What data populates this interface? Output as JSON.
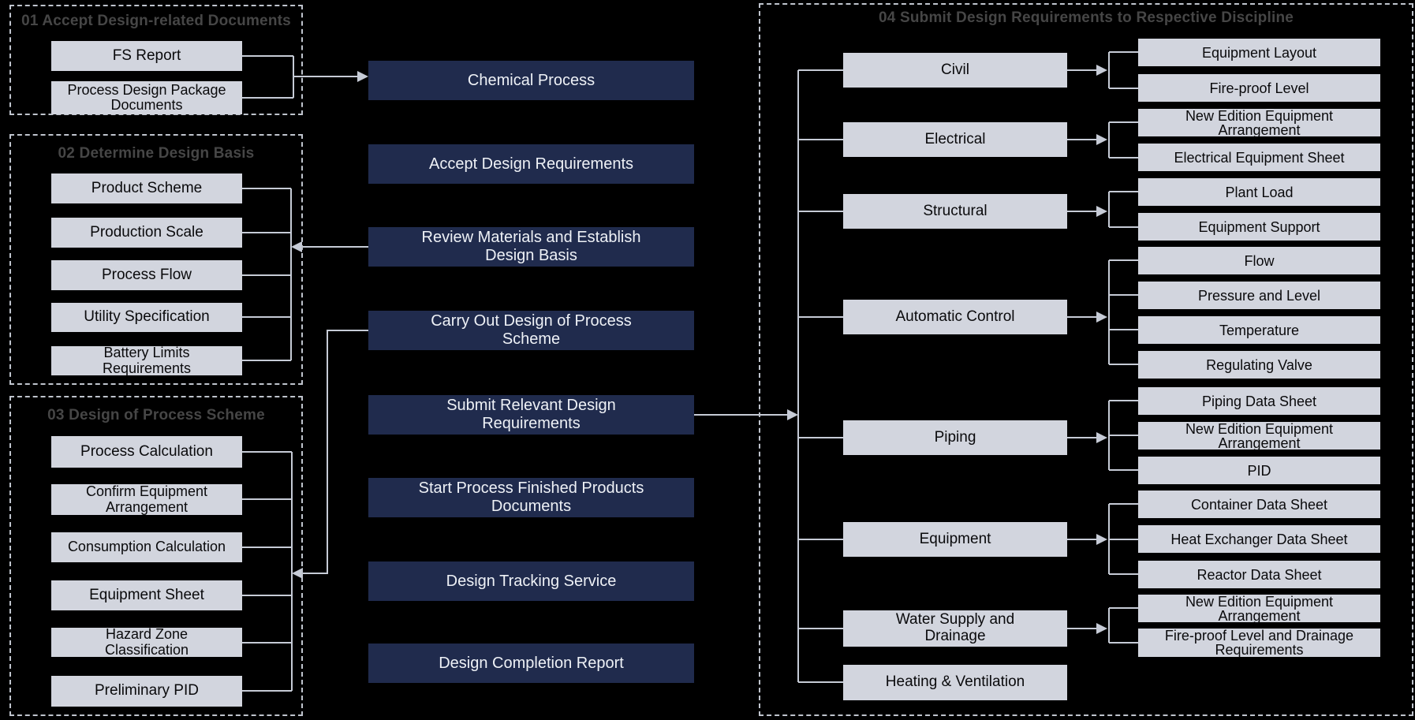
{
  "sections": {
    "s01": {
      "title": "01 Accept Design-related Documents",
      "items": [
        "FS Report",
        "Process Design Package Documents"
      ]
    },
    "s02": {
      "title": "02 Determine Design Basis",
      "items": [
        "Product Scheme",
        "Production Scale",
        "Process Flow",
        "Utility Specification",
        "Battery Limits Requirements"
      ]
    },
    "s03": {
      "title": "03 Design of Process Scheme",
      "items": [
        "Process Calculation",
        "Confirm Equipment Arrangement",
        "Consumption Calculation",
        "Equipment Sheet",
        "Hazard Zone Classification",
        "Preliminary PID"
      ]
    },
    "s04": {
      "title": "04 Submit Design Requirements to Respective Discipline"
    }
  },
  "process_steps": [
    "Chemical Process",
    "Accept Design Requirements",
    "Review Materials and Establish Design Basis",
    "Carry Out Design of Process Scheme",
    "Submit Relevant Design Requirements",
    "Start Process Finished Products Documents",
    "Design Tracking Service",
    "Design Completion Report"
  ],
  "disciplines": [
    {
      "name": "Civil",
      "outputs": [
        "Equipment Layout",
        "Fire-proof Level"
      ]
    },
    {
      "name": "Electrical",
      "outputs": [
        "New Edition Equipment Arrangement",
        "Electrical Equipment Sheet"
      ]
    },
    {
      "name": "Structural",
      "outputs": [
        "Plant Load",
        "Equipment Support"
      ]
    },
    {
      "name": "Automatic Control",
      "outputs": [
        "Flow",
        "Pressure and Level",
        "Temperature",
        "Regulating Valve"
      ]
    },
    {
      "name": "Piping",
      "outputs": [
        "Piping Data Sheet",
        "New Edition Equipment Arrangement",
        "PID"
      ]
    },
    {
      "name": "Equipment",
      "outputs": [
        "Container Data Sheet",
        "Heat Exchanger Data Sheet",
        "Reactor Data Sheet"
      ]
    },
    {
      "name": "Water Supply and Drainage",
      "outputs": [
        "New Edition Equipment Arrangement",
        "Fire-proof Level and Drainage Requirements"
      ]
    },
    {
      "name": "Heating & Ventilation",
      "outputs": []
    }
  ],
  "colors": {
    "background": "#000000",
    "step_box": "#202b4d",
    "item_box": "#d2d5de",
    "connector": "#c6cbd6",
    "section_title": "#464646",
    "dashed_border": "#bfc4cd"
  }
}
